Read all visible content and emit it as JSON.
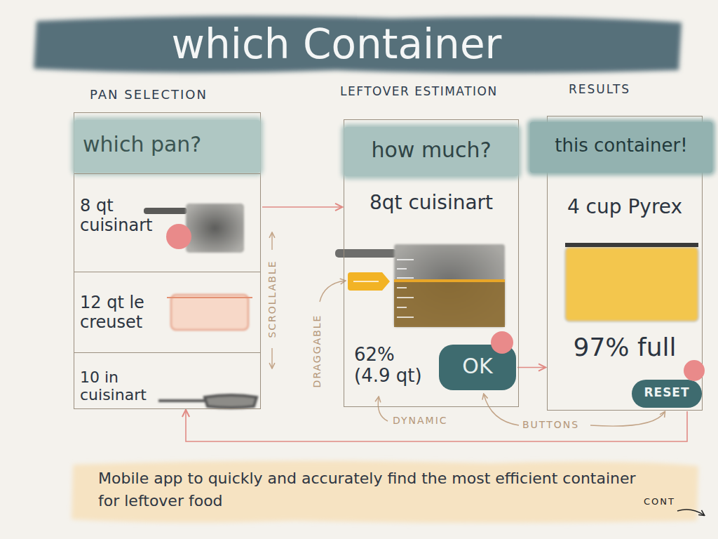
{
  "diagram": {
    "title": "which Container",
    "caption": "Mobile app to quickly and accurately find the most efficient container for leftover food",
    "nodes": [
      {
        "text": [
          "PAN SELECTION"
        ]
      },
      {
        "text": [
          "which pan?"
        ],
        "in": 0
      },
      {
        "text": [
          "8 qt cuisinart"
        ],
        "in": 0
      },
      {
        "text": [
          "12 qt le creuset"
        ],
        "in": 0
      },
      {
        "text": [
          "10 in cuisinart"
        ],
        "in": 0
      },
      {
        "text": [
          "LEFTOVER ESTIMATION",
          "8qt cuisinart",
          "62% (4.9 qt)"
        ]
      },
      {
        "text": [
          "how much?"
        ],
        "in": 5
      },
      {
        "text": [
          "OK"
        ],
        "in": 5
      },
      {
        "text": [
          "RESULTS",
          "4 cup Pyrex",
          "97% full"
        ]
      },
      {
        "text": [
          "this container!"
        ],
        "in": 8
      },
      {
        "text": [
          "RESET"
        ],
        "in": 8
      }
    ],
    "edges": [
      {
        "from": 0,
        "to": 5,
        "arrow": "to"
      },
      {
        "from": 7,
        "to": 8,
        "arrow": "to"
      },
      {
        "from": 8,
        "to": 0,
        "arrow": "to"
      }
    ],
    "labels": [
      "SCROLLABLE",
      "DRAGGABLE",
      "DYNAMIC",
      "BUTTONS",
      "CONT"
    ]
  }
}
